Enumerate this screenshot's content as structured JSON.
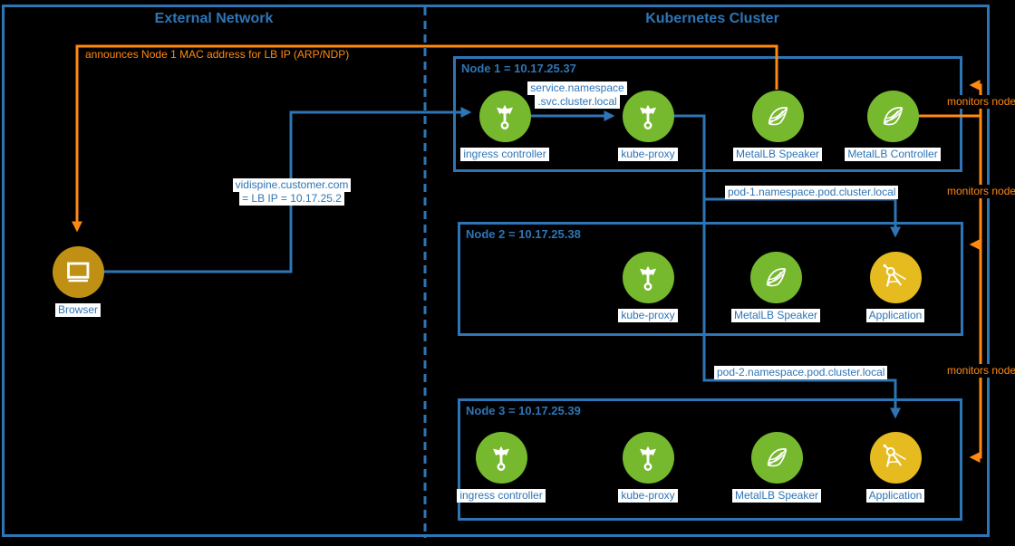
{
  "colors": {
    "blue": "#2e75b6",
    "orange": "#ff8912",
    "green": "#76b82e",
    "application_gold": "#e5bb1f",
    "browser_gold": "#bf9013",
    "background": "#000000",
    "label_background": "#ffffff"
  },
  "sections": {
    "external": {
      "title": "External Network"
    },
    "cluster": {
      "title": "Kubernetes Cluster"
    }
  },
  "external": {
    "browser_label": "Browser",
    "announce_label": "announces Node 1 MAC address for LB IP (ARP/NDP)",
    "vidispine_line1": "vidispine.customer.com",
    "vidispine_line2": "= LB IP = 10.17.25.2"
  },
  "edge_labels": {
    "service_line1": "service.namespace",
    "service_line2": ".svc.cluster.local",
    "pod1": "pod-1.namespace.pod.cluster.local",
    "pod2": "pod-2.namespace.pod.cluster.local",
    "monitors": [
      "monitors node",
      "monitors node",
      "monitors node"
    ]
  },
  "icons": {
    "load_balancer": "trident-with-three-arrows",
    "metallb": "web-sail",
    "application": "drafting-compass",
    "browser": "monitor-screen"
  },
  "nodes": [
    {
      "title": "Node 1 = 10.17.25.37",
      "components": [
        {
          "label": "ingress controller"
        },
        {
          "label": "kube-proxy"
        },
        {
          "label": "MetalLB Speaker"
        },
        {
          "label": "MetalLB Controller"
        }
      ]
    },
    {
      "title": "Node 2 = 10.17.25.38",
      "components": [
        {
          "label": "kube-proxy"
        },
        {
          "label": "MetalLB Speaker"
        },
        {
          "label": "Application"
        }
      ]
    },
    {
      "title": "Node 3 = 10.17.25.39",
      "components": [
        {
          "label": "ingress controller"
        },
        {
          "label": "kube-proxy"
        },
        {
          "label": "MetalLB Speaker"
        },
        {
          "label": "Application"
        }
      ]
    }
  ]
}
